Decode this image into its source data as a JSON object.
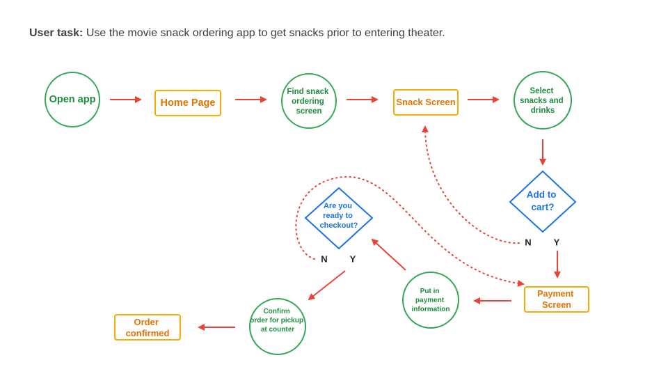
{
  "task": {
    "label": "User task:",
    "text": "Use the movie snack ordering app to get snacks prior to entering theater."
  },
  "colors": {
    "circle_stroke": "#34a853",
    "circle_text": "#1e8e3e",
    "rect_stroke": "#f9ab00",
    "rect_text": "#e37400",
    "diamond_stroke": "#1a73e8",
    "diamond_text": "#1a73e8",
    "arrow": "#ea4335"
  },
  "nodes": {
    "open_app": {
      "lines": [
        "Open app"
      ]
    },
    "home_page": {
      "lines": [
        "Home Page"
      ]
    },
    "find_snack": {
      "lines": [
        "Find snack",
        "ordering",
        "screen"
      ]
    },
    "snack_screen": {
      "lines": [
        "Snack Screen"
      ]
    },
    "select_snacks": {
      "lines": [
        "Select",
        "snacks and",
        "drinks"
      ]
    },
    "add_to_cart": {
      "lines": [
        "Add to",
        "cart?"
      ],
      "no": "N",
      "yes": "Y"
    },
    "payment_screen": {
      "lines": [
        "Payment",
        "Screen"
      ]
    },
    "put_payment": {
      "lines": [
        "Put in",
        "payment",
        "information"
      ]
    },
    "ready_checkout": {
      "lines": [
        "Are you",
        "ready to",
        "checkout?"
      ],
      "no": "N",
      "yes": "Y"
    },
    "confirm_order": {
      "lines": [
        "Confirm",
        "order for pickup",
        "at counter"
      ]
    },
    "order_confirmed": {
      "lines": [
        "Order",
        "confirmed"
      ]
    }
  }
}
